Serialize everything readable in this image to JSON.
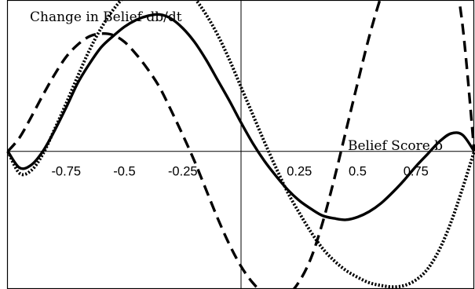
{
  "chart_data": {
    "type": "line",
    "title": "",
    "ylabel": "Change in Belief db/dt",
    "xlabel": "Belief Score b",
    "xlim": [
      -1,
      1
    ],
    "ylim": [
      -1.0,
      1.1
    ],
    "x_ticks": [
      -0.75,
      -0.5,
      -0.25,
      0.25,
      0.5,
      0.75
    ],
    "x_tick_labels": [
      "-0.75",
      "-0.5",
      "-0.25",
      "0.25",
      "0.5",
      "0.75"
    ],
    "grid": false,
    "legend": "none",
    "series": [
      {
        "style": "solid",
        "color": "#000000",
        "x": [
          -1.0,
          -0.95,
          -0.9,
          -0.85,
          -0.8,
          -0.75,
          -0.7,
          -0.65,
          -0.6,
          -0.55,
          -0.5,
          -0.45,
          -0.4,
          -0.35,
          -0.3,
          -0.25,
          -0.2,
          -0.15,
          -0.1,
          -0.05,
          0.0,
          0.05,
          0.1,
          0.15,
          0.2,
          0.25,
          0.3,
          0.35,
          0.4,
          0.45,
          0.5,
          0.55,
          0.6,
          0.65,
          0.7,
          0.75,
          0.8,
          0.85,
          0.9,
          0.95,
          1.0
        ],
        "y": [
          0.0,
          -0.12,
          -0.1,
          0.0,
          0.15,
          0.32,
          0.5,
          0.64,
          0.76,
          0.84,
          0.91,
          0.96,
          0.99,
          1.0,
          0.97,
          0.9,
          0.8,
          0.67,
          0.52,
          0.37,
          0.21,
          0.06,
          -0.07,
          -0.18,
          -0.28,
          -0.36,
          -0.42,
          -0.47,
          -0.49,
          -0.5,
          -0.48,
          -0.44,
          -0.38,
          -0.3,
          -0.21,
          -0.11,
          -0.02,
          0.07,
          0.13,
          0.12,
          0.0
        ]
      },
      {
        "style": "dotted",
        "color": "#000000",
        "x": [
          -1.0,
          -0.95,
          -0.9,
          -0.85,
          -0.8,
          -0.75,
          -0.7,
          -0.65,
          -0.6,
          -0.55,
          -0.5,
          -0.45,
          -0.4,
          -0.35,
          -0.3,
          -0.25,
          -0.2,
          -0.15,
          -0.1,
          -0.05,
          0.0,
          0.05,
          0.1,
          0.15,
          0.2,
          0.25,
          0.3,
          0.35,
          0.4,
          0.45,
          0.5,
          0.55,
          0.6,
          0.65,
          0.7,
          0.75,
          0.8,
          0.85,
          0.9,
          0.95,
          1.0
        ],
        "y": [
          0.0,
          -0.16,
          -0.14,
          -0.02,
          0.16,
          0.35,
          0.55,
          0.74,
          0.9,
          1.03,
          1.13,
          1.2,
          1.24,
          1.25,
          1.24,
          1.2,
          1.12,
          1.0,
          0.85,
          0.67,
          0.47,
          0.27,
          0.07,
          -0.12,
          -0.3,
          -0.45,
          -0.59,
          -0.71,
          -0.8,
          -0.87,
          -0.92,
          -0.96,
          -0.98,
          -0.99,
          -0.98,
          -0.94,
          -0.86,
          -0.72,
          -0.52,
          -0.27,
          0.0
        ]
      },
      {
        "style": "dashed",
        "color": "#000000",
        "x": [
          -1.0,
          -0.95,
          -0.9,
          -0.85,
          -0.8,
          -0.75,
          -0.7,
          -0.65,
          -0.6,
          -0.55,
          -0.5,
          -0.45,
          -0.4,
          -0.35,
          -0.3,
          -0.25,
          -0.2,
          -0.15,
          -0.1,
          -0.05,
          0.0,
          0.05,
          0.1,
          0.15,
          0.2,
          0.25,
          0.3,
          0.35,
          0.4,
          0.45,
          0.5,
          0.55,
          0.6,
          0.65,
          0.7,
          0.75,
          0.8,
          0.85,
          0.9,
          0.95,
          1.0
        ],
        "y": [
          0.0,
          0.1,
          0.25,
          0.41,
          0.56,
          0.69,
          0.78,
          0.84,
          0.86,
          0.85,
          0.8,
          0.71,
          0.6,
          0.47,
          0.3,
          0.12,
          -0.07,
          -0.28,
          -0.49,
          -0.68,
          -0.84,
          -0.96,
          -1.04,
          -1.07,
          -1.05,
          -0.95,
          -0.78,
          -0.52,
          -0.2,
          0.15,
          0.5,
          0.84,
          1.13,
          1.37,
          1.54,
          1.65,
          1.7,
          1.64,
          1.42,
          0.92,
          0.0
        ]
      }
    ]
  }
}
